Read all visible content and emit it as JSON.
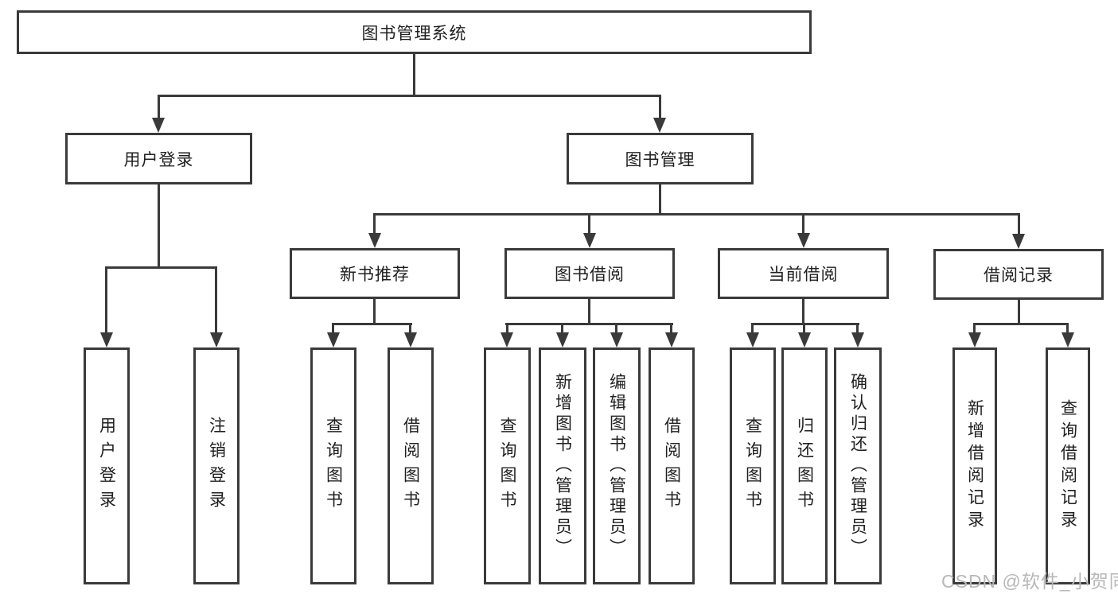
{
  "diagram": {
    "type": "tree",
    "colors": {
      "line": "#3a3a3a",
      "text": "#1f1f1f",
      "box_background": "#ffffff",
      "watermark_text": "#b8b8b8"
    },
    "root": {
      "label": "图书管理系统",
      "children": [
        {
          "label": "用户登录",
          "children": [
            {
              "label": "用户登录"
            },
            {
              "label": "注销登录"
            }
          ]
        },
        {
          "label": "图书管理",
          "children": [
            {
              "label": "新书推荐",
              "children": [
                {
                  "label": "查询图书"
                },
                {
                  "label": "借阅图书"
                }
              ]
            },
            {
              "label": "图书借阅",
              "children": [
                {
                  "label": "查询图书"
                },
                {
                  "label": "新增图书（管理员）"
                },
                {
                  "label": "编辑图书（管理员）"
                },
                {
                  "label": "借阅图书"
                }
              ]
            },
            {
              "label": "当前借阅",
              "children": [
                {
                  "label": "查询图书"
                },
                {
                  "label": "归还图书"
                },
                {
                  "label": "确认归还（管理员）"
                }
              ]
            },
            {
              "label": "借阅记录",
              "children": [
                {
                  "label": "新增借阅记录"
                },
                {
                  "label": "查询借阅记录"
                }
              ]
            }
          ]
        }
      ]
    }
  },
  "watermark": {
    "text": "CSDN @软件_小贺同学"
  }
}
